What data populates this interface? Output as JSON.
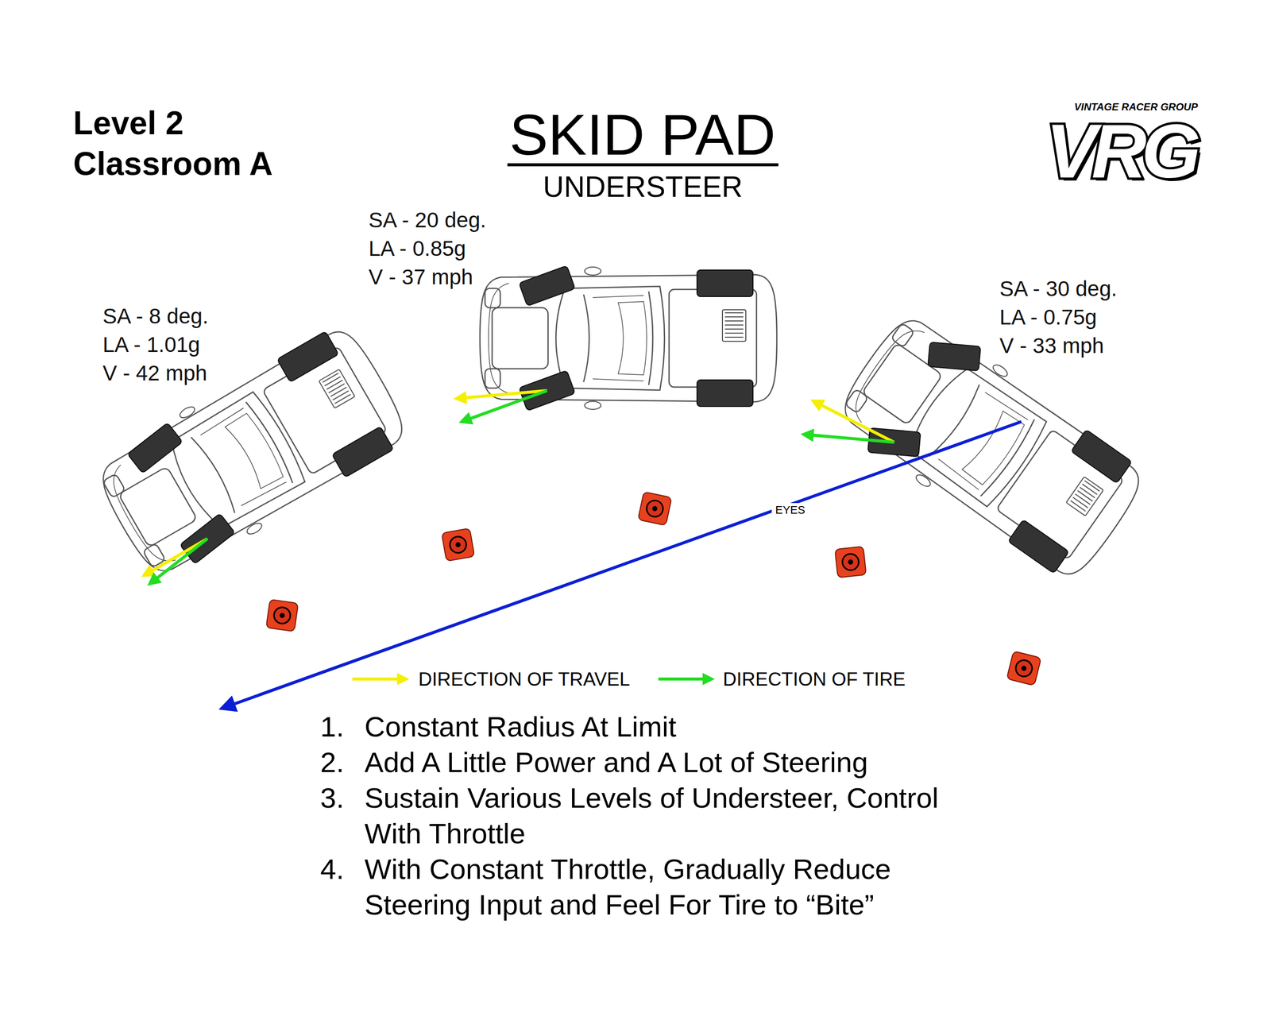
{
  "diagram": {
    "title": "SKID PAD",
    "labels": [
      "Level 2",
      "Classroom A",
      "UNDERSTEER",
      "VINTAGE RACER GROUP",
      "VRG",
      "SA - 20 deg.",
      "LA - 0.85g",
      "V - 37 mph",
      "SA - 8 deg.",
      "LA - 1.01g",
      "V - 42 mph",
      "SA - 30 deg.",
      "LA - 0.75g",
      "V - 33 mph",
      "EYES",
      "1.",
      "Constant Radius At Limit",
      "2.",
      "Add A Little Power and A Lot of Steering",
      "3.",
      "Sustain Various Levels of Understeer, Control With Throttle",
      "4.",
      "With Constant Throttle, Gradually Reduce Steering Input and Feel For Tire to “Bite”"
    ],
    "legend": [
      {
        "text": "DIRECTION OF TRAVEL"
      },
      {
        "text": "DIRECTION OF TIRE"
      }
    ]
  }
}
